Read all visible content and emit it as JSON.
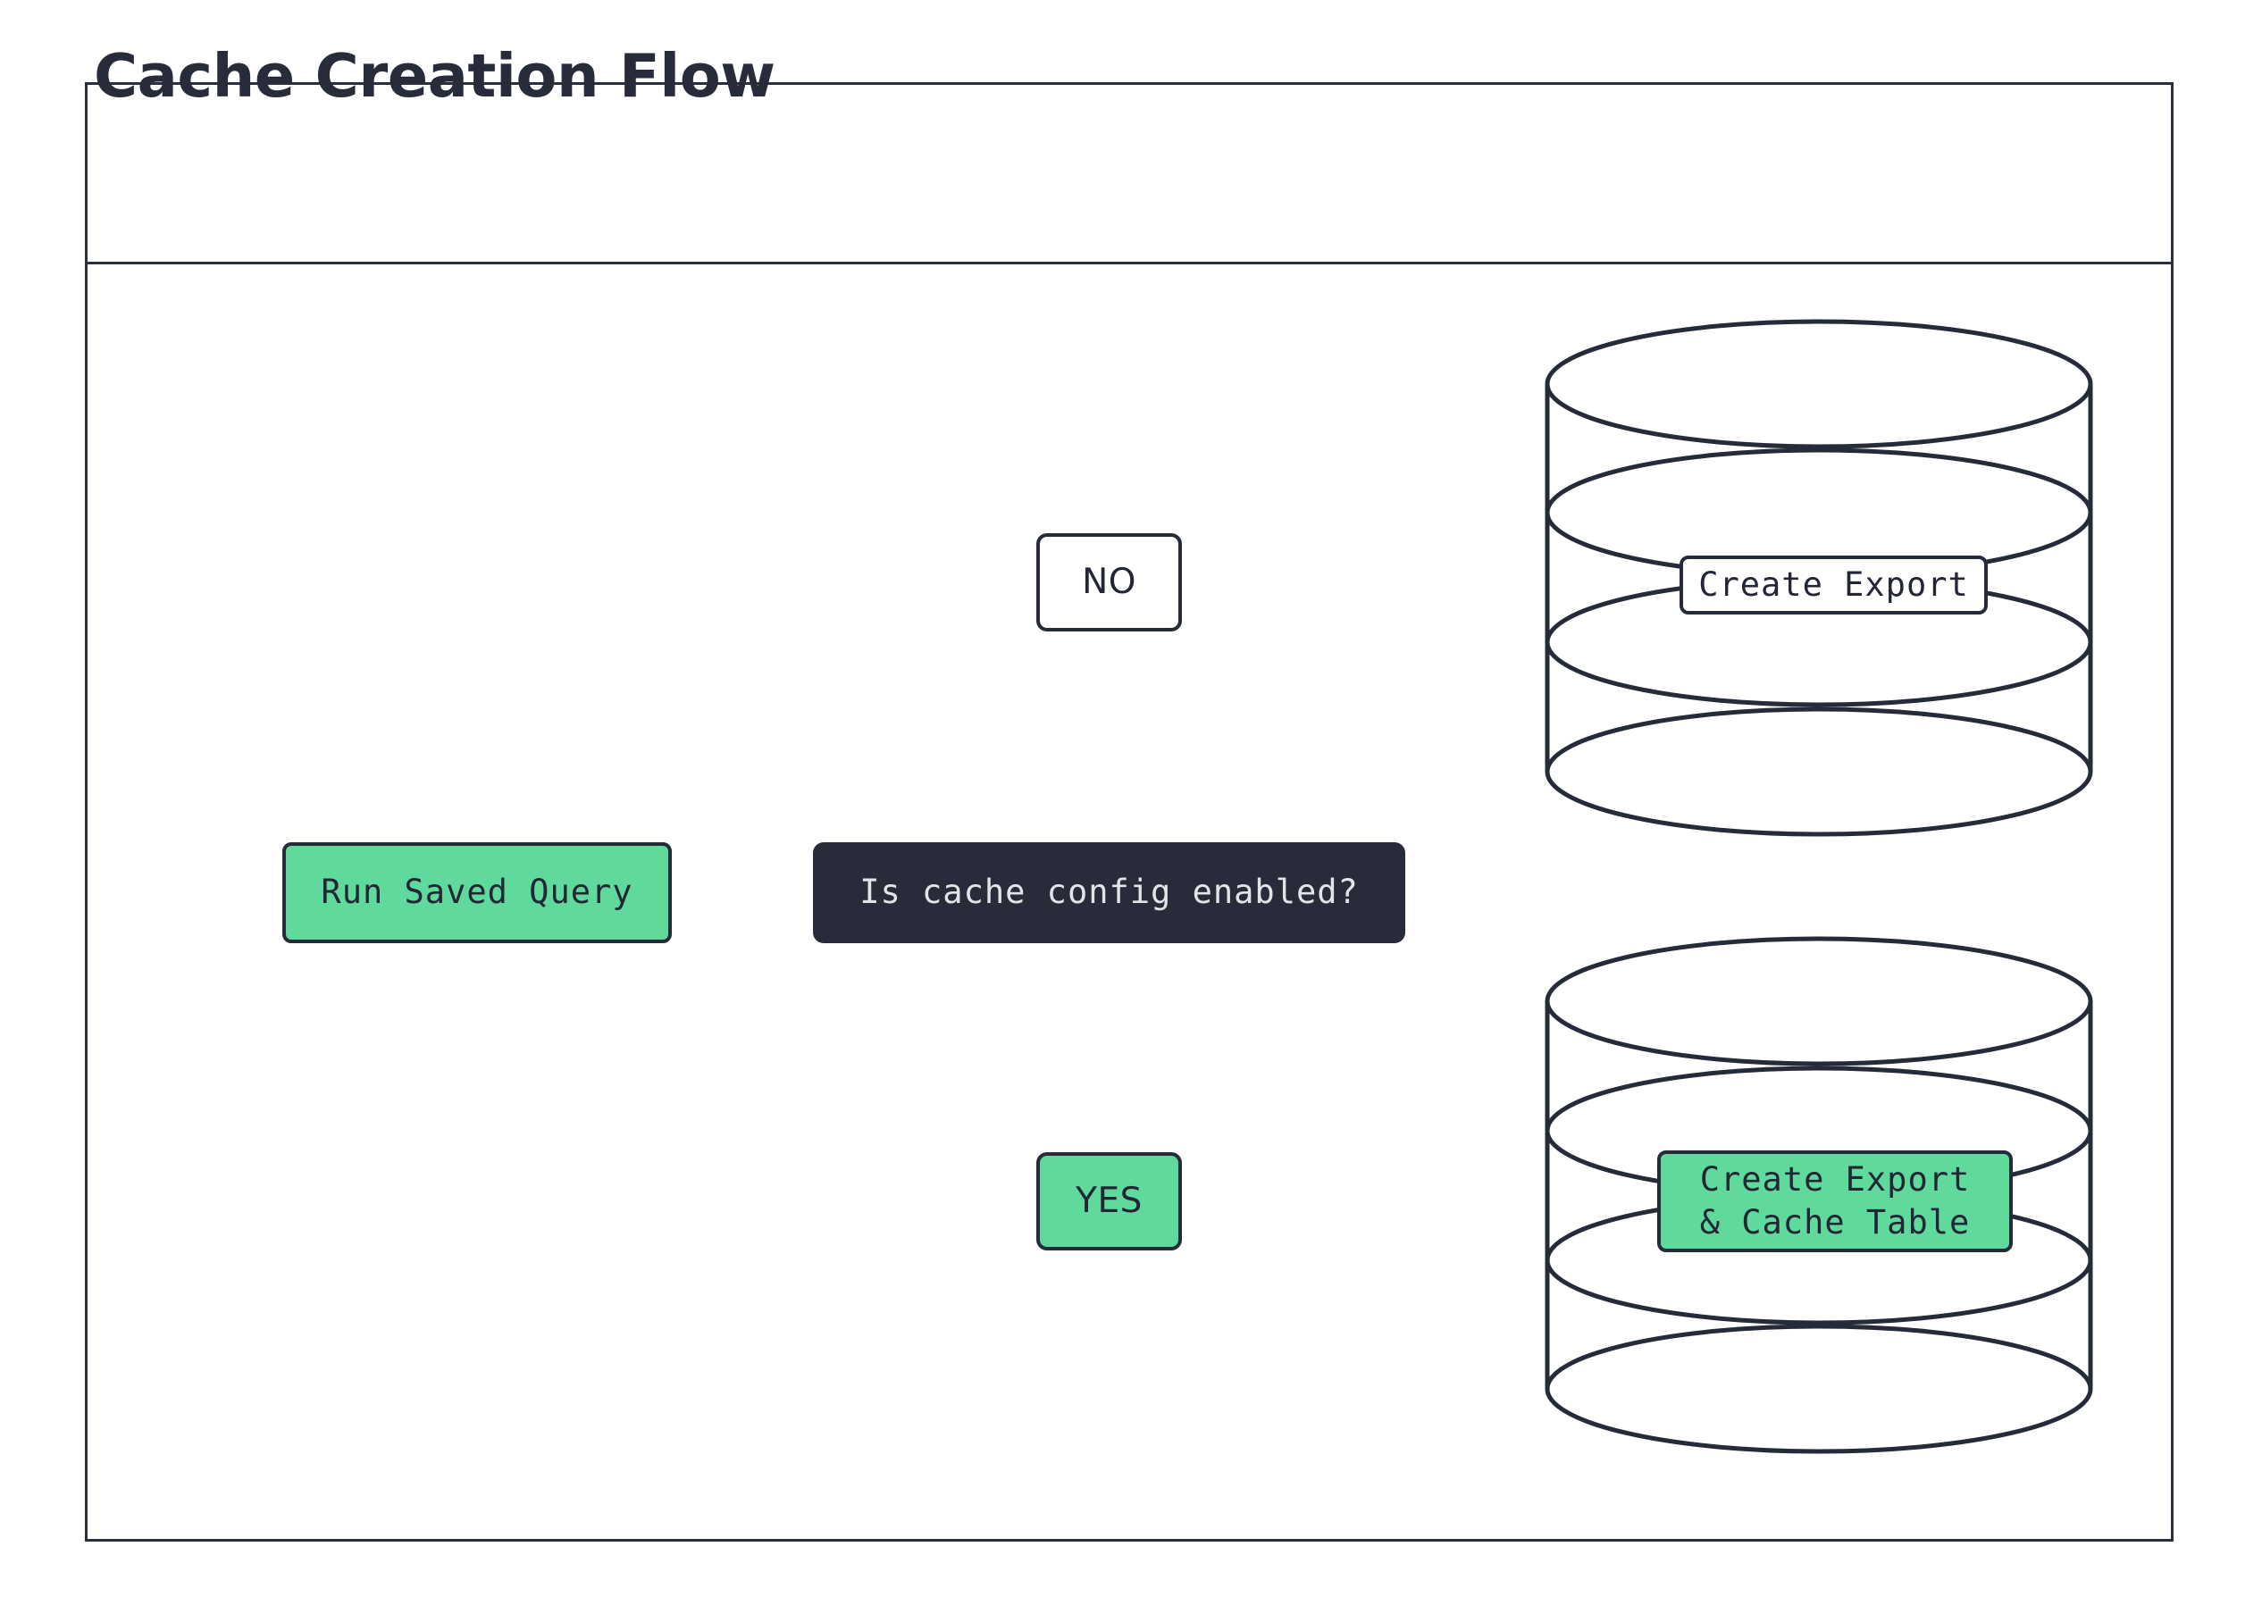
{
  "diagram": {
    "title": "Cache Creation Flow",
    "accent_green": "#5fd99c",
    "dark_navy": "#282c3a",
    "stroke": "#262b39",
    "background": "#ffffff"
  },
  "nodes": {
    "run_saved_query": {
      "label": "Run Saved Query",
      "shape": "rounded-rect",
      "fill": "#5fd99c"
    },
    "decision": {
      "label": "Is cache config enabled?",
      "shape": "rounded-rect",
      "fill": "#282c3a"
    },
    "branch_no": {
      "label": "NO",
      "shape": "rounded-rect",
      "fill": "#ffffff"
    },
    "branch_yes": {
      "label": "YES",
      "shape": "rounded-rect",
      "fill": "#5fd99c"
    },
    "db_export": {
      "label": "Create Export",
      "shape": "database-cylinder",
      "fill": "#ffffff"
    },
    "db_export_cache": {
      "label": "Create Export\n& Cache Table",
      "shape": "database-cylinder",
      "fill": "#5fd99c"
    }
  },
  "edges": [
    {
      "from": "run_saved_query",
      "to": "decision",
      "label": ""
    },
    {
      "from": "decision",
      "to": "branch_no",
      "label": "NO"
    },
    {
      "from": "decision",
      "to": "branch_yes",
      "label": "YES"
    },
    {
      "from": "branch_no",
      "to": "db_export",
      "label": ""
    },
    {
      "from": "branch_yes",
      "to": "db_export_cache",
      "label": ""
    }
  ]
}
